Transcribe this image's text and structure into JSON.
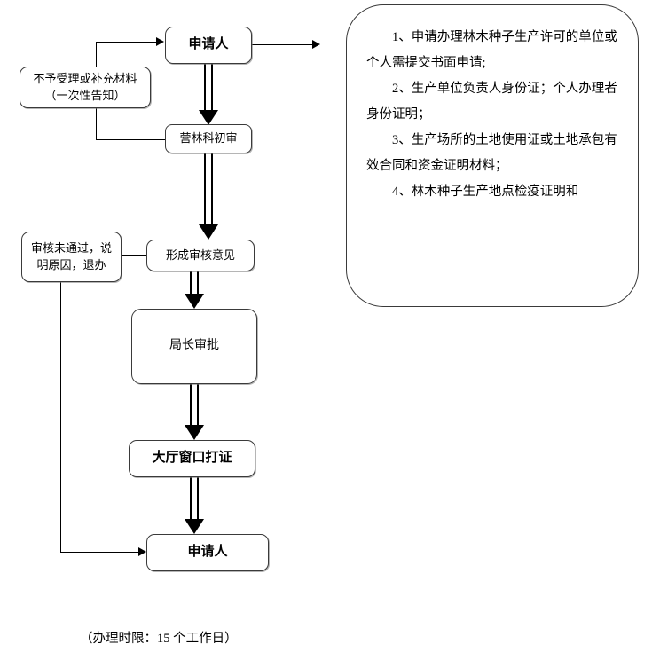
{
  "diagram": {
    "title_caption": "（办理时限：15 个工作日）",
    "nodes": {
      "applicant_top": "申请人",
      "reject_supplement_line1": "不予受理或补充材料",
      "reject_supplement_line2": "（一次性告知）",
      "forestry_review": "营林科初审",
      "review_failed_line1": "审核未通过，说",
      "review_failed_line2": "明原因，退办",
      "form_opinion": "形成审核意见",
      "director_approval": "局长审批",
      "hall_window_print": "大厅窗口打证",
      "applicant_bottom": "申请人"
    },
    "info_panel": {
      "items": [
        "1、申请办理林木种子生产许可的单位或个人需提交书面申请;",
        "2、生产单位负责人身份证；个人办理者身份证明；",
        "3、生产场所的土地使用证或土地承包有效合同和资金证明材料；",
        "4、林木种子生产地点检疫证明和"
      ]
    },
    "colors": {
      "stroke": "#3a3a3a",
      "text": "#000000",
      "background": "#ffffff"
    }
  }
}
